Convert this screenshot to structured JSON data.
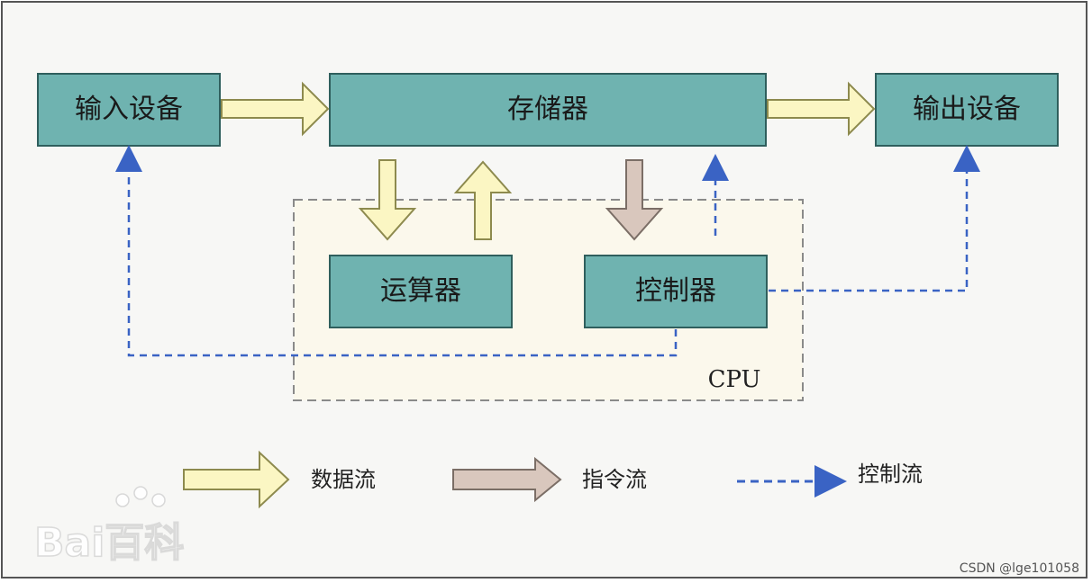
{
  "nodes": {
    "input": "输入设备",
    "memory": "存储器",
    "output": "输出设备",
    "alu": "运算器",
    "controller": "控制器",
    "cpu": "CPU"
  },
  "legend": {
    "data_flow": "数据流",
    "instruction_flow": "指令流",
    "control_flow": "控制流"
  },
  "watermark": {
    "logo_text": "Bai百科"
  },
  "credit": "CSDN @lge101058",
  "colors": {
    "box_fill": "#6fb3b0",
    "box_stroke": "#2f5f5d",
    "data_arrow_fill": "#fbf6c3",
    "data_arrow_stroke": "#8d8a4e",
    "instr_arrow_fill": "#d9c7bd",
    "instr_arrow_stroke": "#7b6e66",
    "control_line": "#3a63c4",
    "cpu_fill": "#fbf8ec"
  }
}
